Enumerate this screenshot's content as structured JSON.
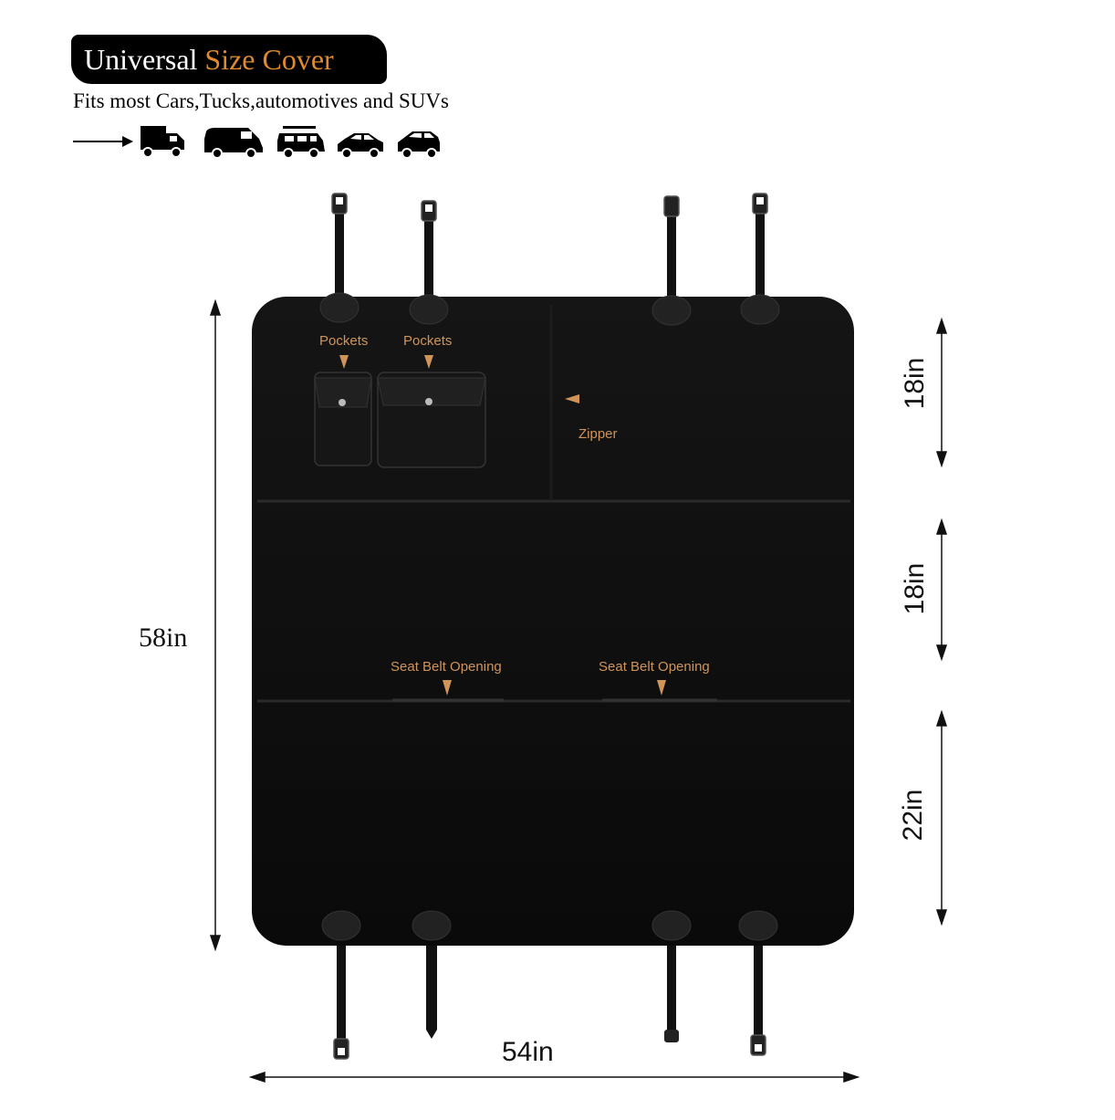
{
  "banner": {
    "title_part1": "Universal",
    "title_part2": "Size Cover"
  },
  "subtitle": "Fits most Cars,Tucks,automotives and SUVs",
  "vehicle_icons": [
    "arrow-icon",
    "truck-icon",
    "van-icon",
    "suv-icon",
    "sedan-icon",
    "hatchback-icon"
  ],
  "callouts": {
    "pockets_left": "Pockets",
    "pockets_right": "Pockets",
    "zipper": "Zipper",
    "seat_belt_left": "Seat Belt Opening",
    "seat_belt_right": "Seat Belt Opening"
  },
  "dimensions": {
    "height": "58in",
    "width": "54in",
    "section_top": "18in",
    "section_middle": "18in",
    "section_bottom": "22in"
  },
  "colors": {
    "accent_orange": "#e08a2e",
    "callout_tan": "#d0945a",
    "cover_black": "#0b0b0b"
  }
}
